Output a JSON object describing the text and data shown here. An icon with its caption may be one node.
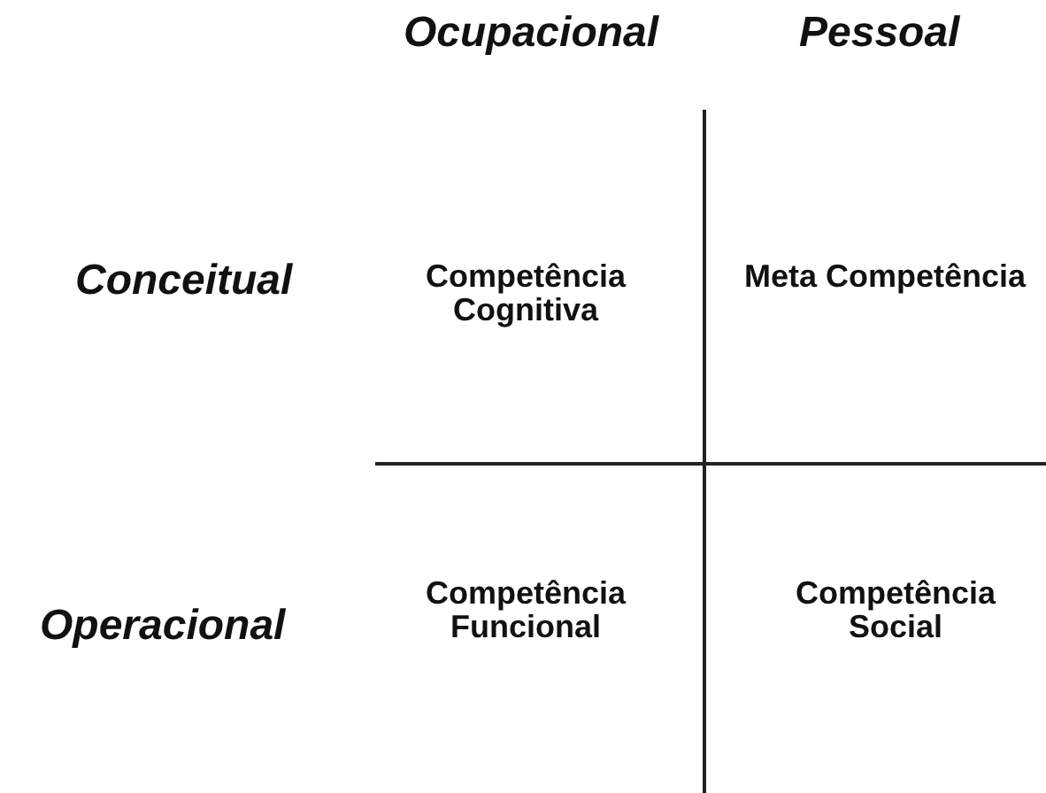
{
  "diagram": {
    "labels": [
      "Ocupacional",
      "Pessoal",
      "Conceitual",
      "Competência Cognitiva",
      "Meta Competência",
      "Operacional",
      "Competência Funcional",
      "Competência Social"
    ]
  }
}
